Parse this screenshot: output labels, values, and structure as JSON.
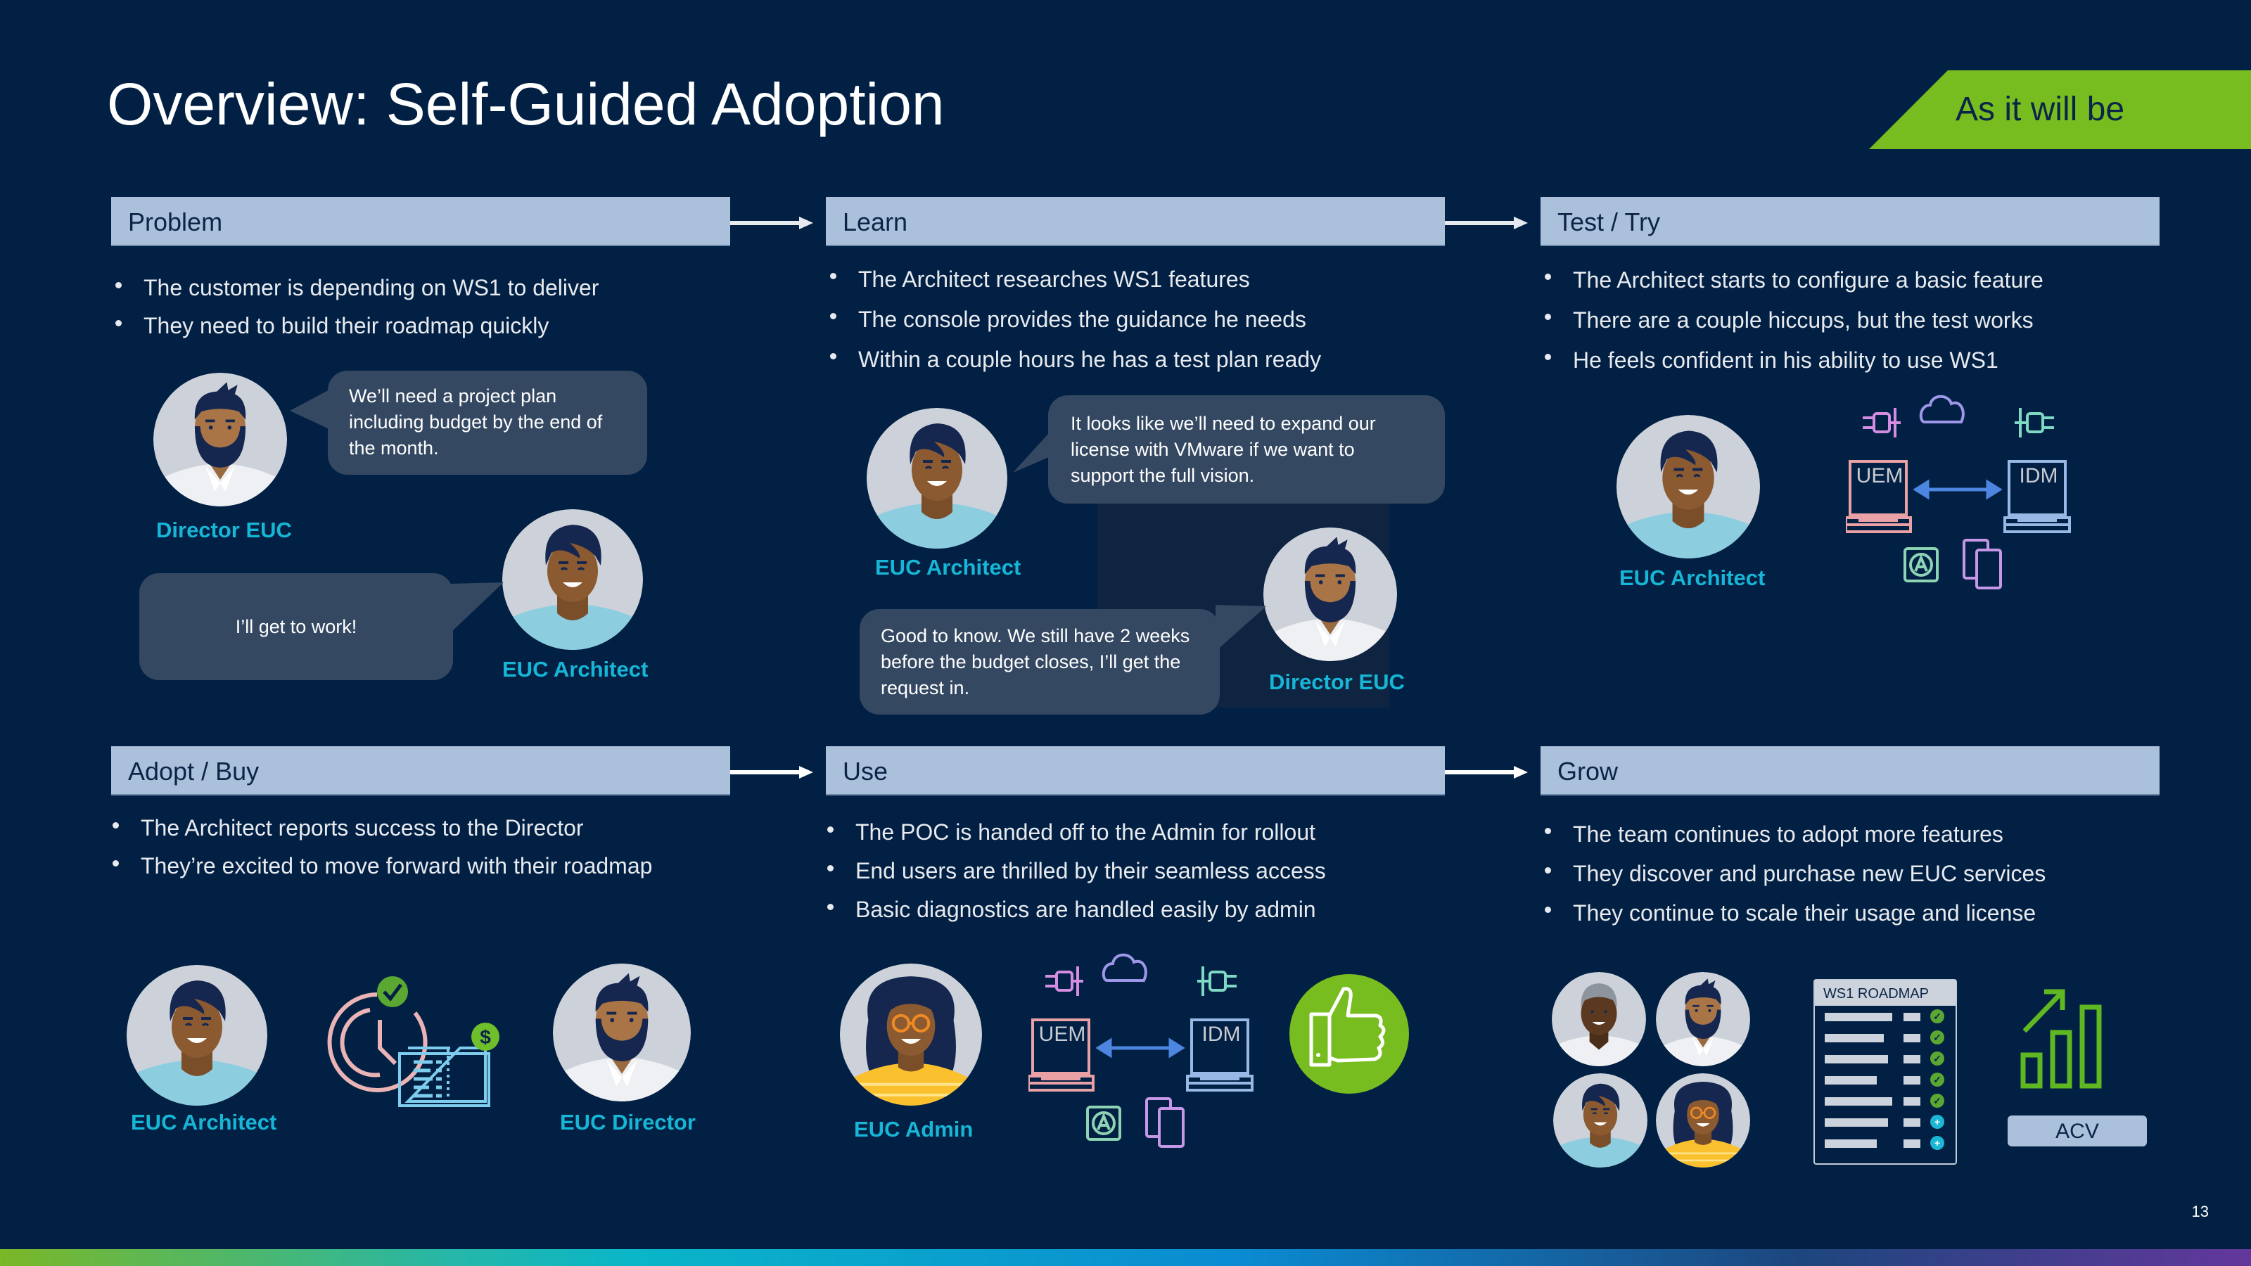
{
  "slide": {
    "title": "Overview: Self-Guided Adoption",
    "badge": "As it will be",
    "page_number": "13",
    "colors": {
      "background": "#012043",
      "header_fill": "#abc0da",
      "badge_green": "#78bd20",
      "role_cyan": "#17b6d6",
      "bubble_fill": "#344862"
    }
  },
  "stages": [
    {
      "label": "Problem",
      "bullets": [
        "The customer is depending on WS1 to deliver",
        "They need to build their roadmap quickly"
      ],
      "dialog": [
        {
          "speaker": "Director EUC",
          "text": "We’ll need a project plan including budget by the end of the month."
        },
        {
          "speaker": "EUC Architect",
          "text": "I’ll get to work!"
        }
      ]
    },
    {
      "label": "Learn",
      "bullets": [
        "The Architect researches WS1 features",
        "The console provides the guidance he needs",
        "Within a couple hours he has a test plan ready"
      ],
      "dialog": [
        {
          "speaker": "EUC Architect",
          "text": "It looks like we’ll need to expand our license with VMware if we want to support the full vision."
        },
        {
          "speaker": "Director EUC",
          "text": "Good to know. We still have 2 weeks before the budget closes, I’ll get the request in."
        }
      ]
    },
    {
      "label": "Test / Try",
      "bullets": [
        "The Architect starts to configure a basic feature",
        "There are a couple hiccups, but the test works",
        "He feels confident in his ability to use WS1"
      ],
      "people": [
        "EUC Architect"
      ],
      "diagram": {
        "left": "UEM",
        "right": "IDM"
      }
    },
    {
      "label": "Adopt / Buy",
      "bullets": [
        "The Architect reports success to the Director",
        "They’re excited to move forward with their roadmap"
      ],
      "people": [
        "EUC Architect",
        "EUC Director"
      ]
    },
    {
      "label": "Use",
      "bullets": [
        "The POC is handed off to the Admin for rollout",
        "End users are thrilled by their seamless access",
        "Basic diagnostics are handled easily by admin"
      ],
      "people": [
        "EUC Admin"
      ],
      "diagram": {
        "left": "UEM",
        "right": "IDM"
      }
    },
    {
      "label": "Grow",
      "bullets": [
        "The team continues to adopt more features",
        "They discover and purchase new EUC services",
        "They continue to scale their usage and license"
      ],
      "roadmap": {
        "title": "WS1 ROADMAP",
        "items_done": 5,
        "items_planned": 2
      },
      "acv_label": "ACV"
    }
  ]
}
